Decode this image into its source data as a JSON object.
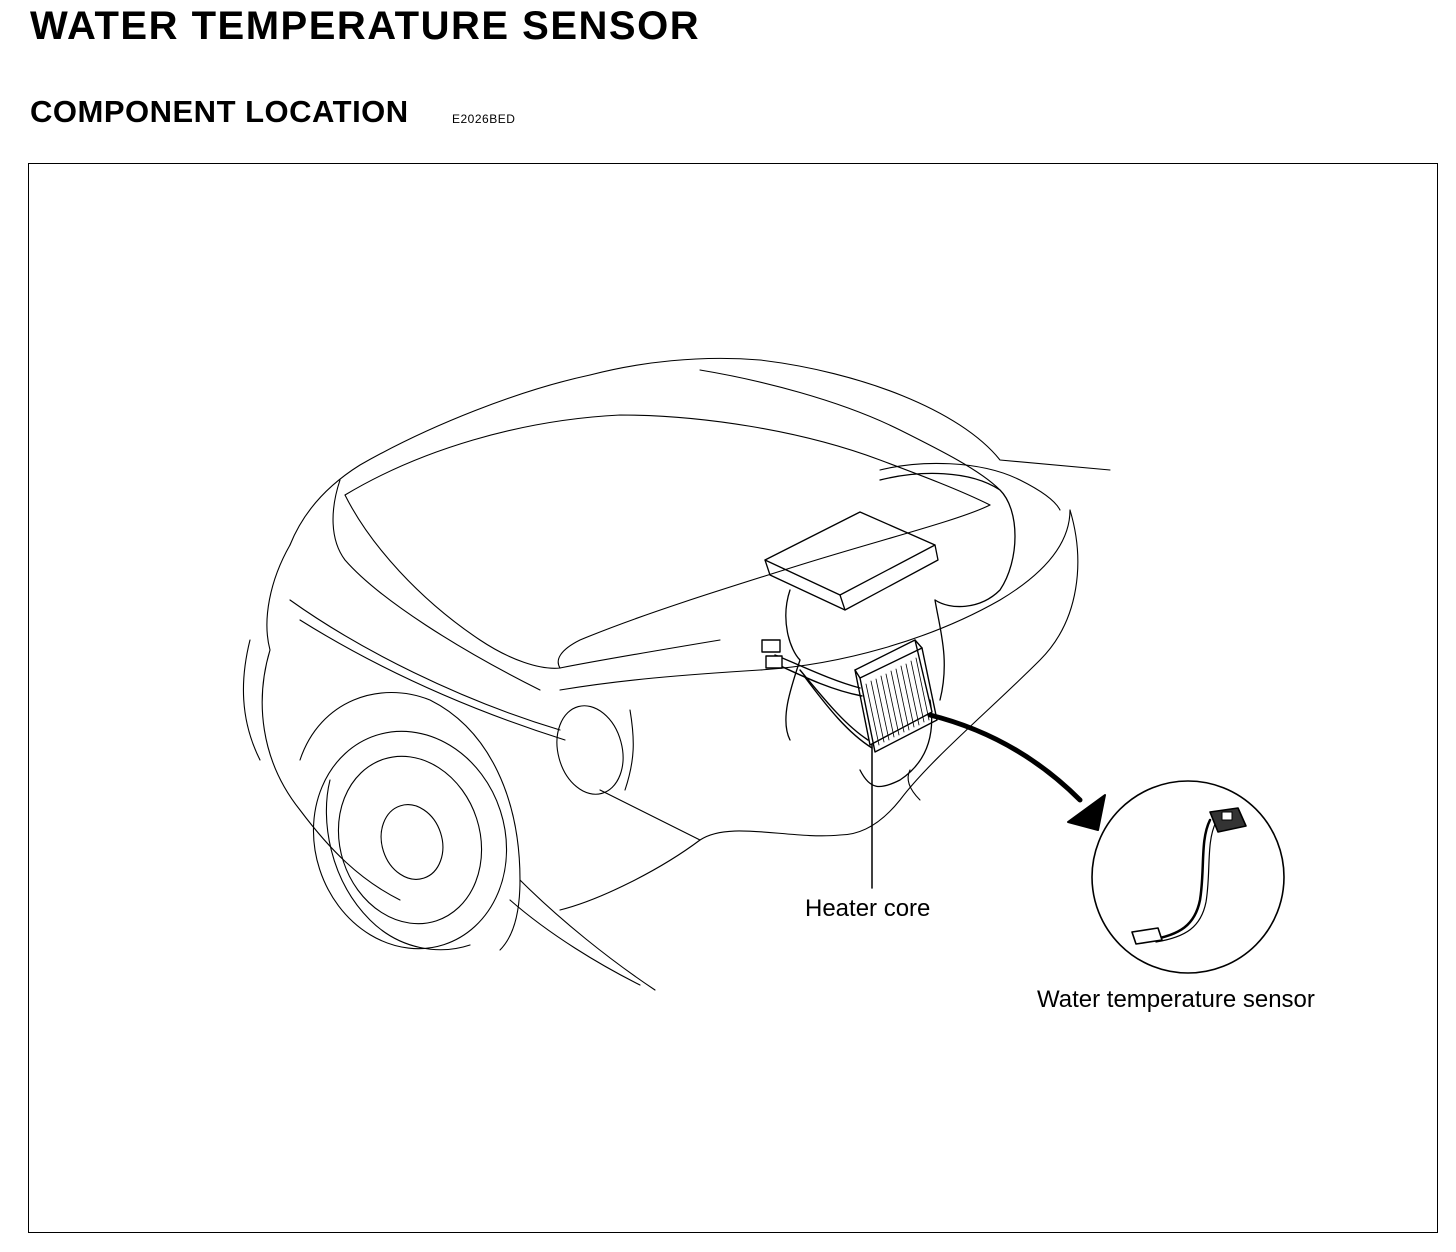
{
  "header": {
    "title": "WATER TEMPERATURE SENSOR",
    "section": "COMPONENT LOCATION",
    "code": "E2026BED"
  },
  "diagram": {
    "labels": {
      "heater_core": "Heater core",
      "water_temp_sensor": "Water temperature sensor"
    }
  }
}
